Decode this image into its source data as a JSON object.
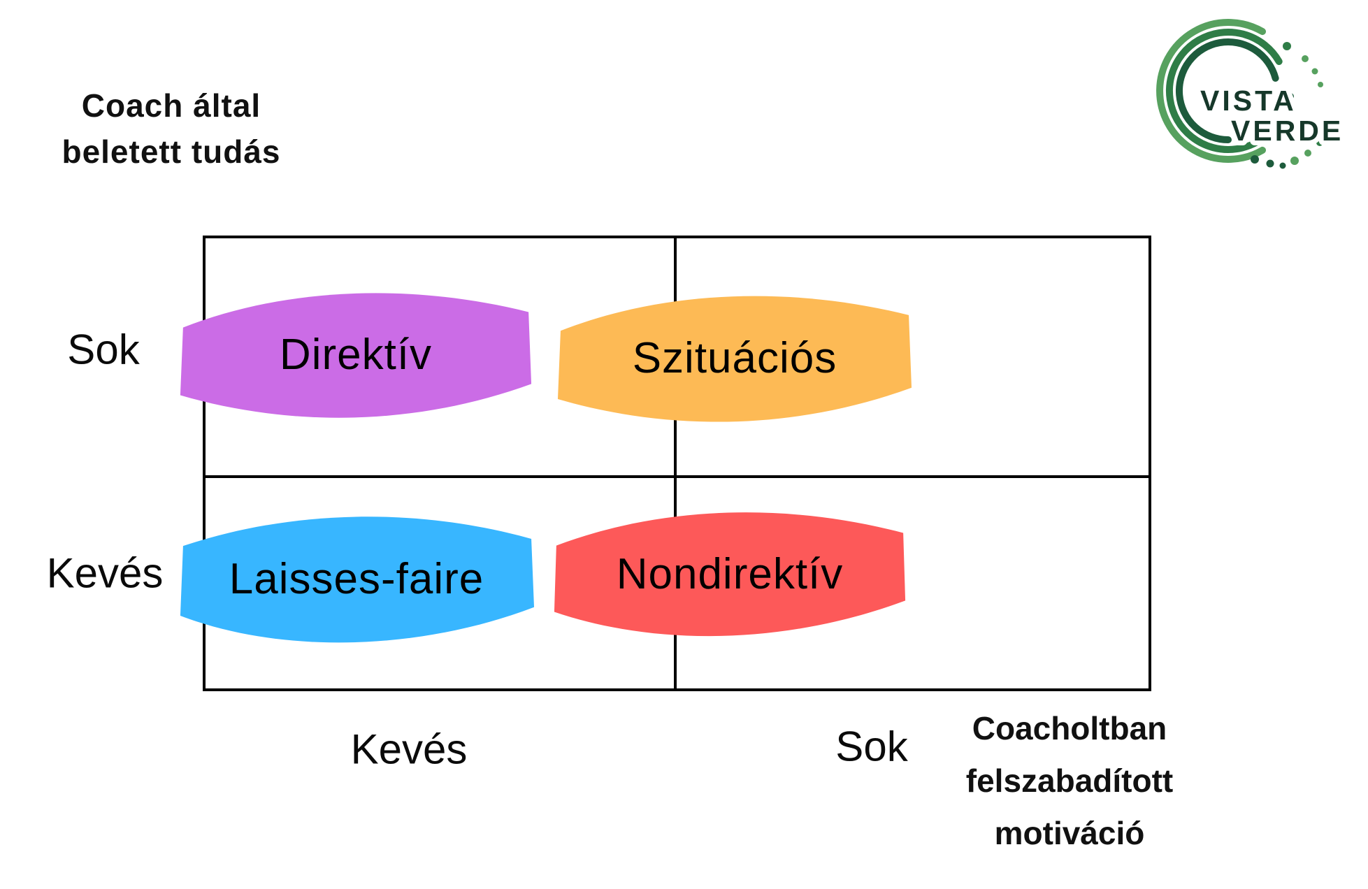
{
  "background": "#ffffff",
  "y_axis": {
    "title_line1": "Coach által",
    "title_line2": "beletett tudás",
    "high_label": "Sok",
    "low_label": "Kevés"
  },
  "x_axis": {
    "low_label": "Kevés",
    "high_label": "Sok",
    "title_line1": "Coacholtban",
    "title_line2": "felszabadított",
    "title_line3": "motiváció"
  },
  "matrix": {
    "border_color": "#000000",
    "quadrants": [
      {
        "position": "top-left",
        "label": "Direktív",
        "color": "#cb6ce6"
      },
      {
        "position": "top-right",
        "label": "Szituációs",
        "color": "#fdba55"
      },
      {
        "position": "bottom-left",
        "label": "Laisses-faire",
        "color": "#38b6ff"
      },
      {
        "position": "bottom-right",
        "label": "Nondirektív",
        "color": "#fd5959"
      }
    ]
  },
  "logo": {
    "name_line1": "VISTA",
    "name_line2": "VERDE",
    "colors": {
      "light_green": "#57a15f",
      "mid_green": "#2f7d47",
      "dark_green": "#1d5b3c",
      "text_green": "#16382a"
    }
  }
}
